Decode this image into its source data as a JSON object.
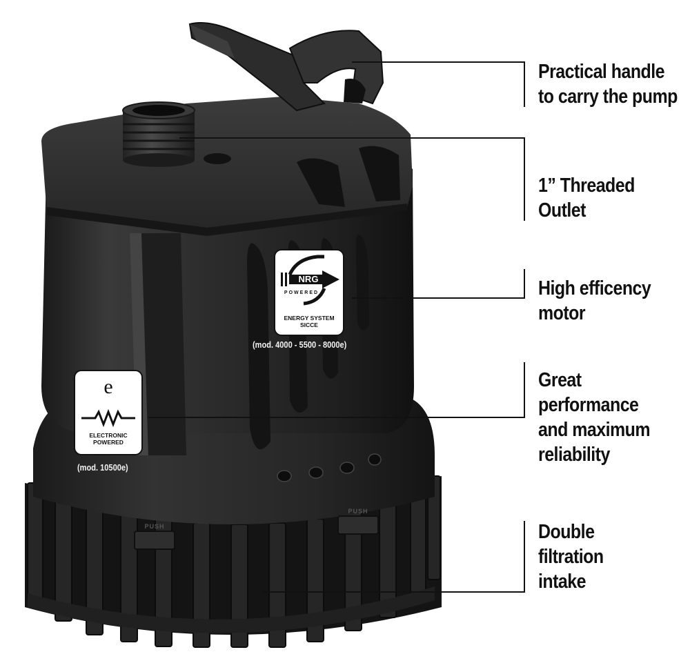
{
  "callouts": [
    {
      "id": "handle",
      "lines": [
        "Practical handle",
        "to carry the pump"
      ]
    },
    {
      "id": "outlet",
      "lines": [
        "1” Threaded",
        "Outlet"
      ]
    },
    {
      "id": "motor",
      "lines": [
        "High efficency",
        "motor"
      ]
    },
    {
      "id": "performance",
      "lines": [
        "Great",
        "performance",
        "and maximum",
        "reliability"
      ]
    },
    {
      "id": "intake",
      "lines": [
        "Double",
        "filtration",
        "intake"
      ]
    }
  ],
  "badges": {
    "nrg": {
      "logo": "NRG",
      "powered": "POWERED",
      "caption_1": "ENERGY SYSTEM",
      "caption_2": "SICCE",
      "model": "(mod. 4000 - 5500 - 8000e)"
    },
    "electronic": {
      "letter": "e",
      "caption_1": "ELECTRONIC",
      "caption_2": "POWERED",
      "model": "(mod. 10500e)"
    }
  },
  "push_labels": [
    "PUSH",
    "PUSH"
  ],
  "icons": {
    "nrg_badge": "nrg-arrow-icon",
    "electronic_badge": "resistor-icon"
  },
  "colors": {
    "body": "#2b2b2b",
    "body_dark": "#161616",
    "highlight": "#4a4a4a",
    "line": "#111111",
    "text": "#111111"
  }
}
